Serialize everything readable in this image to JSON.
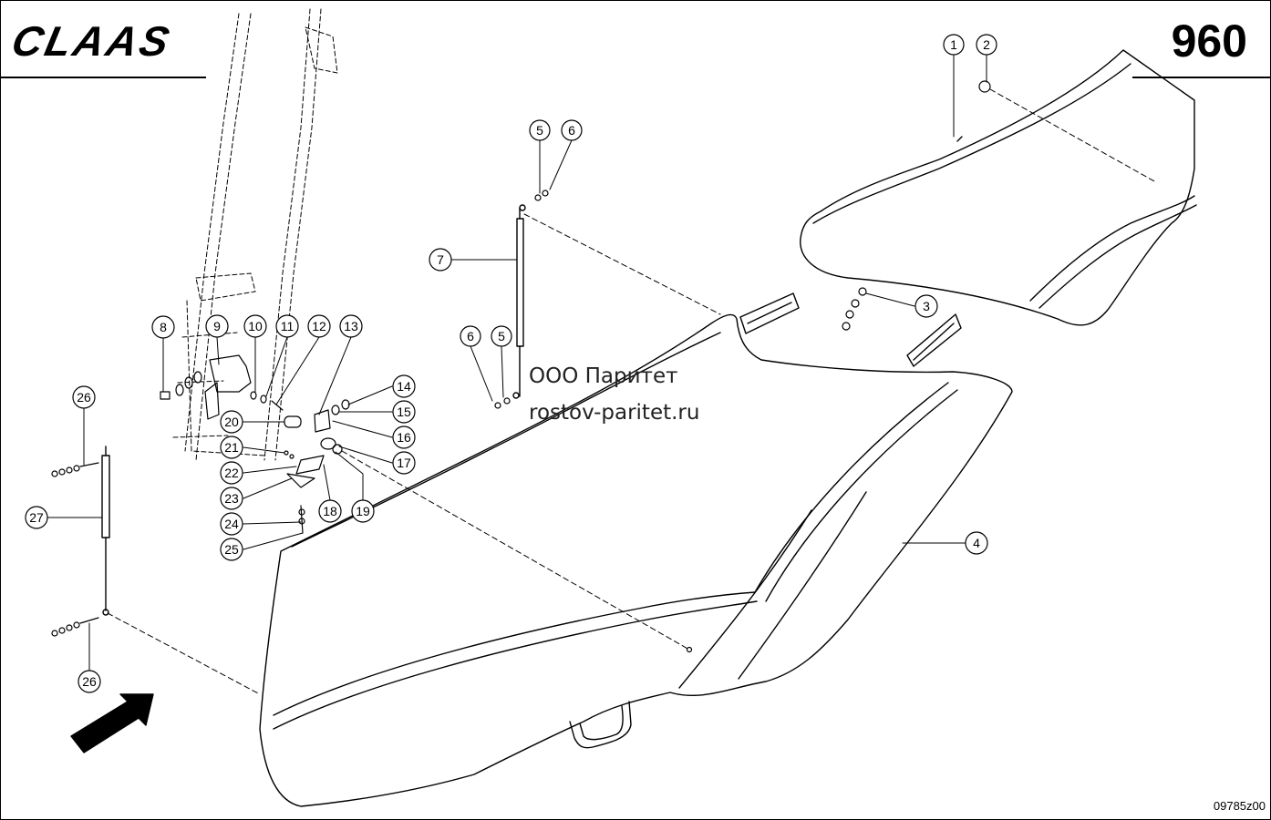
{
  "header": {
    "brand": "CLAAS",
    "page_number": "960"
  },
  "watermark": {
    "company": "ООО Паритет",
    "site": "rostov-paritet.ru"
  },
  "figure_code": "09785z00",
  "colors": {
    "line": "#000000",
    "background": "#ffffff"
  },
  "callouts": [
    {
      "label": "1"
    },
    {
      "label": "2"
    },
    {
      "label": "3"
    },
    {
      "label": "4"
    },
    {
      "label": "5"
    },
    {
      "label": "6"
    },
    {
      "label": "7"
    },
    {
      "label": "6"
    },
    {
      "label": "5"
    },
    {
      "label": "8"
    },
    {
      "label": "9"
    },
    {
      "label": "10"
    },
    {
      "label": "11"
    },
    {
      "label": "12"
    },
    {
      "label": "13"
    },
    {
      "label": "14"
    },
    {
      "label": "15"
    },
    {
      "label": "16"
    },
    {
      "label": "17"
    },
    {
      "label": "18"
    },
    {
      "label": "19"
    },
    {
      "label": "20"
    },
    {
      "label": "21"
    },
    {
      "label": "22"
    },
    {
      "label": "23"
    },
    {
      "label": "24"
    },
    {
      "label": "25"
    },
    {
      "label": "26"
    },
    {
      "label": "27"
    },
    {
      "label": "26"
    }
  ]
}
